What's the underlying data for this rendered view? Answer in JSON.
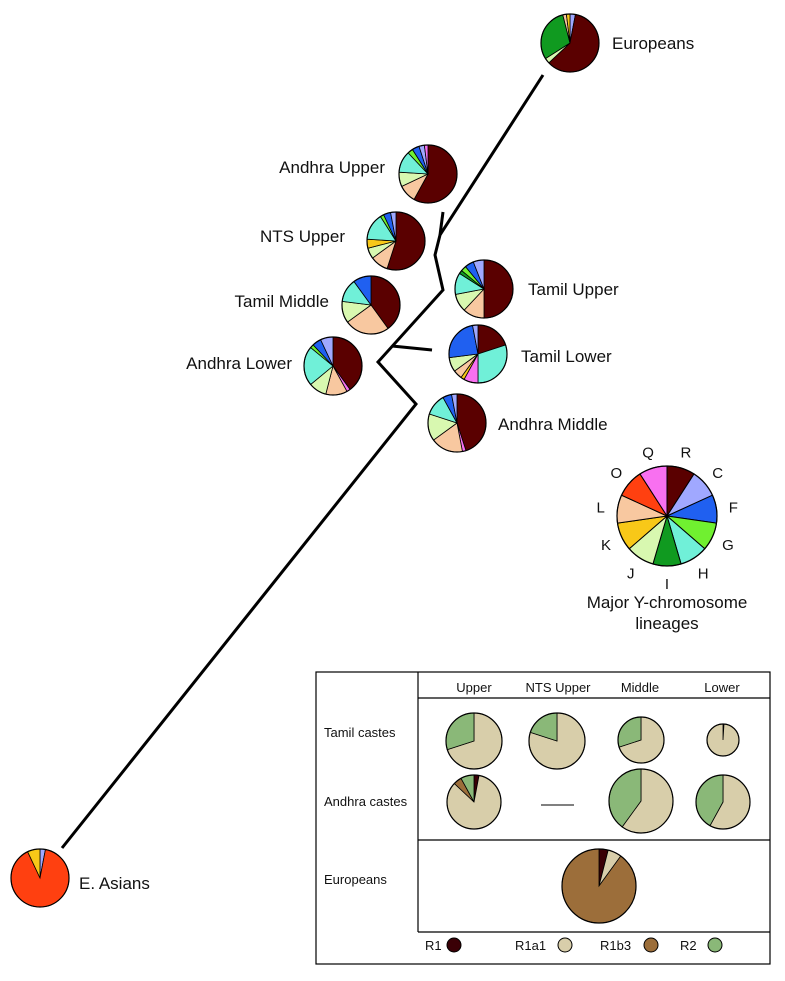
{
  "tree": {
    "populations": [
      {
        "id": "europeans",
        "label": "Europeans",
        "slices": [
          {
            "h": "C",
            "v": 3
          },
          {
            "h": "R",
            "v": 60
          },
          {
            "h": "J",
            "v": 3
          },
          {
            "h": "I",
            "v": 30
          },
          {
            "h": "L",
            "v": 2
          },
          {
            "h": "K",
            "v": 2
          }
        ]
      },
      {
        "id": "andhra-upper",
        "label": "Andhra Upper",
        "slices": [
          {
            "h": "R",
            "v": 58
          },
          {
            "h": "L",
            "v": 10
          },
          {
            "h": "J",
            "v": 8
          },
          {
            "h": "H",
            "v": 12
          },
          {
            "h": "G",
            "v": 3
          },
          {
            "h": "F",
            "v": 4
          },
          {
            "h": "C",
            "v": 3
          },
          {
            "h": "Q",
            "v": 2
          }
        ]
      },
      {
        "id": "nts-upper",
        "label": "NTS Upper",
        "slices": [
          {
            "h": "R",
            "v": 55
          },
          {
            "h": "L",
            "v": 10
          },
          {
            "h": "J",
            "v": 6
          },
          {
            "h": "K",
            "v": 5
          },
          {
            "h": "H",
            "v": 15
          },
          {
            "h": "G",
            "v": 2
          },
          {
            "h": "F",
            "v": 4
          },
          {
            "h": "C",
            "v": 3
          }
        ]
      },
      {
        "id": "tamil-upper",
        "label": "Tamil Upper",
        "slices": [
          {
            "h": "R",
            "v": 50
          },
          {
            "h": "L",
            "v": 12
          },
          {
            "h": "J",
            "v": 10
          },
          {
            "h": "H",
            "v": 12
          },
          {
            "h": "I",
            "v": 2
          },
          {
            "h": "G",
            "v": 3
          },
          {
            "h": "F",
            "v": 5
          },
          {
            "h": "C",
            "v": 6
          }
        ]
      },
      {
        "id": "tamil-middle",
        "label": "Tamil Middle",
        "slices": [
          {
            "h": "R",
            "v": 40
          },
          {
            "h": "L",
            "v": 25
          },
          {
            "h": "J",
            "v": 12
          },
          {
            "h": "H",
            "v": 13
          },
          {
            "h": "F",
            "v": 10
          }
        ]
      },
      {
        "id": "tamil-lower",
        "label": "Tamil Lower",
        "slices": [
          {
            "h": "R",
            "v": 20
          },
          {
            "h": "H",
            "v": 30
          },
          {
            "h": "Q",
            "v": 8
          },
          {
            "h": "K",
            "v": 2
          },
          {
            "h": "L",
            "v": 5
          },
          {
            "h": "J",
            "v": 8
          },
          {
            "h": "F",
            "v": 24
          },
          {
            "h": "C",
            "v": 3
          }
        ]
      },
      {
        "id": "andhra-lower",
        "label": "Andhra Lower",
        "slices": [
          {
            "h": "R",
            "v": 40
          },
          {
            "h": "Q",
            "v": 2
          },
          {
            "h": "L",
            "v": 12
          },
          {
            "h": "J",
            "v": 10
          },
          {
            "h": "H",
            "v": 22
          },
          {
            "h": "G",
            "v": 2
          },
          {
            "h": "F",
            "v": 5
          },
          {
            "h": "C",
            "v": 7
          }
        ]
      },
      {
        "id": "andhra-middle",
        "label": "Andhra Middle",
        "slices": [
          {
            "h": "R",
            "v": 45
          },
          {
            "h": "Q",
            "v": 2
          },
          {
            "h": "L",
            "v": 18
          },
          {
            "h": "J",
            "v": 15
          },
          {
            "h": "H",
            "v": 12
          },
          {
            "h": "F",
            "v": 5
          },
          {
            "h": "C",
            "v": 3
          }
        ]
      },
      {
        "id": "e-asians",
        "label": "E. Asians",
        "slices": [
          {
            "h": "C",
            "v": 3
          },
          {
            "h": "O",
            "v": 90
          },
          {
            "h": "K",
            "v": 7
          }
        ]
      }
    ]
  },
  "key": {
    "caption_line1": "Major Y-chromosome",
    "caption_line2": "lineages",
    "haplogroups": [
      {
        "id": "R",
        "color": "#5a0000"
      },
      {
        "id": "C",
        "color": "#a0a8ff"
      },
      {
        "id": "F",
        "color": "#2060f0"
      },
      {
        "id": "G",
        "color": "#70f030"
      },
      {
        "id": "H",
        "color": "#70f0d8"
      },
      {
        "id": "I",
        "color": "#109a20"
      },
      {
        "id": "J",
        "color": "#d8f8b0"
      },
      {
        "id": "K",
        "color": "#f8c818"
      },
      {
        "id": "L",
        "color": "#f8c8a0"
      },
      {
        "id": "O",
        "color": "#ff4010"
      },
      {
        "id": "Q",
        "color": "#f870f0"
      }
    ]
  },
  "table": {
    "columns": [
      "Upper",
      "NTS Upper",
      "Middle",
      "Lower"
    ],
    "rows": [
      {
        "label": "Tamil castes",
        "cells": [
          {
            "slices": [
              {
                "h": "R1a1",
                "v": 70
              },
              {
                "h": "R2",
                "v": 30
              }
            ]
          },
          {
            "slices": [
              {
                "h": "R1a1",
                "v": 80
              },
              {
                "h": "R2",
                "v": 20
              }
            ]
          },
          {
            "slices": [
              {
                "h": "R1a1",
                "v": 70
              },
              {
                "h": "R2",
                "v": 30
              }
            ]
          },
          {
            "slices": [
              {
                "h": "R1",
                "v": 1
              },
              {
                "h": "R1a1",
                "v": 99
              }
            ]
          }
        ]
      },
      {
        "label": "Andhra castes",
        "cells": [
          {
            "slices": [
              {
                "h": "R1",
                "v": 3
              },
              {
                "h": "R1a1",
                "v": 84
              },
              {
                "h": "R1b3",
                "v": 5
              },
              {
                "h": "R2",
                "v": 8
              }
            ]
          },
          null,
          {
            "slices": [
              {
                "h": "R1a1",
                "v": 60
              },
              {
                "h": "R2",
                "v": 40
              }
            ]
          },
          {
            "slices": [
              {
                "h": "R1a1",
                "v": 58
              },
              {
                "h": "R2",
                "v": 42
              }
            ]
          }
        ]
      },
      {
        "label": "Europeans",
        "cells": [
          {
            "slices": [
              {
                "h": "R1",
                "v": 4
              },
              {
                "h": "R1a1",
                "v": 6
              },
              {
                "h": "R1b3",
                "v": 90
              }
            ]
          }
        ]
      }
    ],
    "legend": [
      {
        "id": "R1",
        "label": "R1",
        "color": "#3a0006"
      },
      {
        "id": "R1a1",
        "label": "R1a1",
        "color": "#d8ceaa"
      },
      {
        "id": "R1b3",
        "label": "R1b3",
        "color": "#9c6e3a"
      },
      {
        "id": "R2",
        "label": "R2",
        "color": "#8ab878"
      }
    ]
  }
}
